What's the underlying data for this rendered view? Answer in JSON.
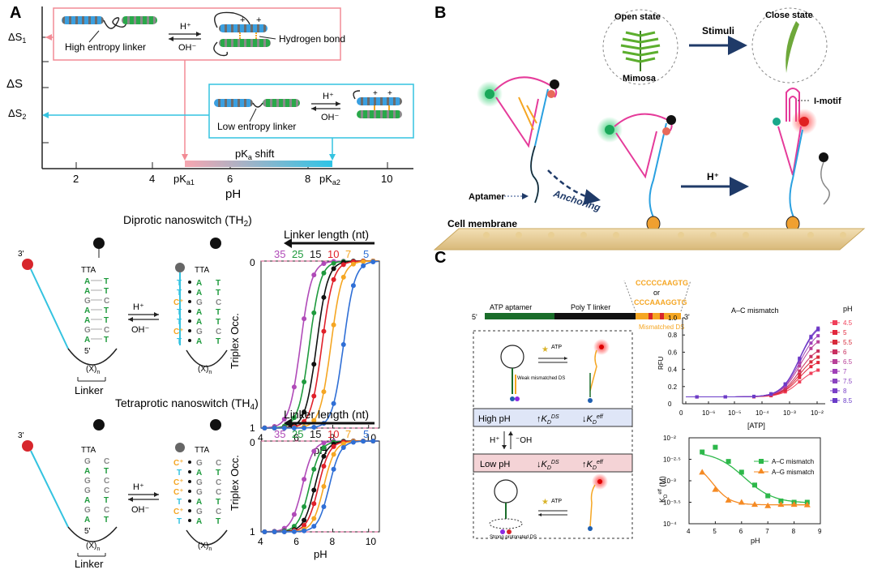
{
  "panels": {
    "a": {
      "letter": "A",
      "y_axis_label": "ΔS",
      "y_ticks": {
        "s1": "ΔS",
        "s1_sub": "1",
        "s2": "ΔS",
        "s2_sub": "2"
      },
      "x_ticks": [
        "2",
        "4",
        "6",
        "8",
        "10"
      ],
      "pka1": {
        "base": "pK",
        "sub": "a1"
      },
      "pka2": {
        "base": "pK",
        "sub": "a2"
      },
      "x_axis_label": "pH",
      "pka_shift": {
        "base": "pK",
        "sub": "a",
        "rest": " shift"
      },
      "high_box": {
        "linker_label": "High entropy linker",
        "hbond_label": "Hydrogen bond",
        "h_plus": "H⁺",
        "oh_minus": "OH⁻"
      },
      "low_box": {
        "linker_label": "Low entropy linker",
        "h_plus": "H⁺",
        "oh_minus": "OH⁻"
      },
      "diprotic": {
        "title": "Diprotic nanoswitch (TH",
        "title_sub": "2",
        "linker_label": "Linker",
        "h_plus": "H⁺",
        "oh_minus": "OH⁻",
        "xn": "(X)",
        "xn_sub": "n",
        "end3": "3'",
        "end5": "5'",
        "loop": "TTA"
      },
      "tetraprotic": {
        "title": "Tetraprotic nanoswitch (TH",
        "title_sub": "4",
        "linker_label": "Linker",
        "h_plus": "H⁺",
        "oh_minus": "OH⁻",
        "xn": "(X)",
        "xn_sub": "n",
        "end3": "3'",
        "end5": "5'",
        "loop": "TTA"
      },
      "plot_labels": {
        "ylabel": "Triplex Occ.",
        "xlabel": "pH",
        "y_top": "0",
        "y_bottom": "1",
        "x_ticks": [
          "4",
          "6",
          "8",
          "10"
        ],
        "linker_title": "Linker length (nt)",
        "lengths": [
          "35",
          "25",
          "15",
          "10",
          "7",
          "5"
        ]
      }
    },
    "b": {
      "letter": "B",
      "open_state": "Open state",
      "close_state": "Close state",
      "mimosa": "Mimosa",
      "stimuli": "Stimuli",
      "aptamer": "Aptamer",
      "anchoring": "Anchoring",
      "h_plus": "H⁺",
      "i_motif": "I-motif",
      "membrane": "Cell membrane"
    },
    "c": {
      "letter": "C",
      "construct": {
        "aptamer": "ATP aptamer",
        "linker": "Poly T linker",
        "end5": "5'",
        "end3": "3'",
        "seq1": "CCCCCAAGTG",
        "or": "or",
        "seq2": "CCCAAAGGTG",
        "ds": "Mismatched DS"
      },
      "high_ph": "High pH",
      "low_ph": "Low pH",
      "high_ph_kds": "↑K",
      "high_ph_keff": "↓K",
      "low_ph_kds": "↓K",
      "low_ph_keff": "↑K",
      "k_sub_ds": "D",
      "k_sup_ds": "DS",
      "k_sup_eff": "eff",
      "switch_h": "H⁺",
      "switch_oh": "⁻OH",
      "weak_label": "Weak mismatched DS",
      "strong_label": "Strong protonated DS",
      "atp": "ATP",
      "rfu_title": "A–C mismatch",
      "rfu_ylabel": "RFU",
      "rfu_xlabel": "[ATP]",
      "rfu_yticks": [
        "0",
        "0.2",
        "0.4",
        "0.6",
        "0.8",
        "1.0"
      ],
      "rfu_xticks": [
        "0",
        "10⁻⁶",
        "10⁻⁵",
        "10⁻⁴",
        "10⁻³",
        "10⁻²"
      ],
      "ph_legend_title": "pH",
      "ph_values": [
        "4.5",
        "5",
        "5.5",
        "6",
        "6.5",
        "7",
        "7.5",
        "8",
        "8.5"
      ],
      "kd_ylabel": "K",
      "kd_ylabel_sub": "D",
      "kd_ylabel_sup": "eff",
      "kd_ylabel_unit": " (M)",
      "kd_yticks": [
        "10⁻²",
        "10⁻²·⁵",
        "10⁻³",
        "10⁻³·⁵",
        "10⁻⁴"
      ],
      "kd_xticks": [
        "4",
        "5",
        "6",
        "7",
        "8",
        "9"
      ],
      "kd_xlabel": "pH",
      "kd_legend": [
        "A–C mismatch",
        "A–G mismatch"
      ]
    }
  },
  "colors": {
    "pink": "#f28b95",
    "cyan": "#34c3e0",
    "green": "#1e9a3d",
    "blue": "#2f8fd6",
    "orange": "#f5a623",
    "red": "#d7262c",
    "navy": "#1f3a68"
  }
}
